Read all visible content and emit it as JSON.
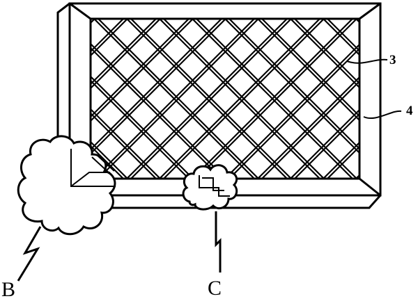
{
  "labels": {
    "mesh_ref": "3",
    "frame_ref": "4",
    "detail_b": "B",
    "detail_c": "C"
  }
}
